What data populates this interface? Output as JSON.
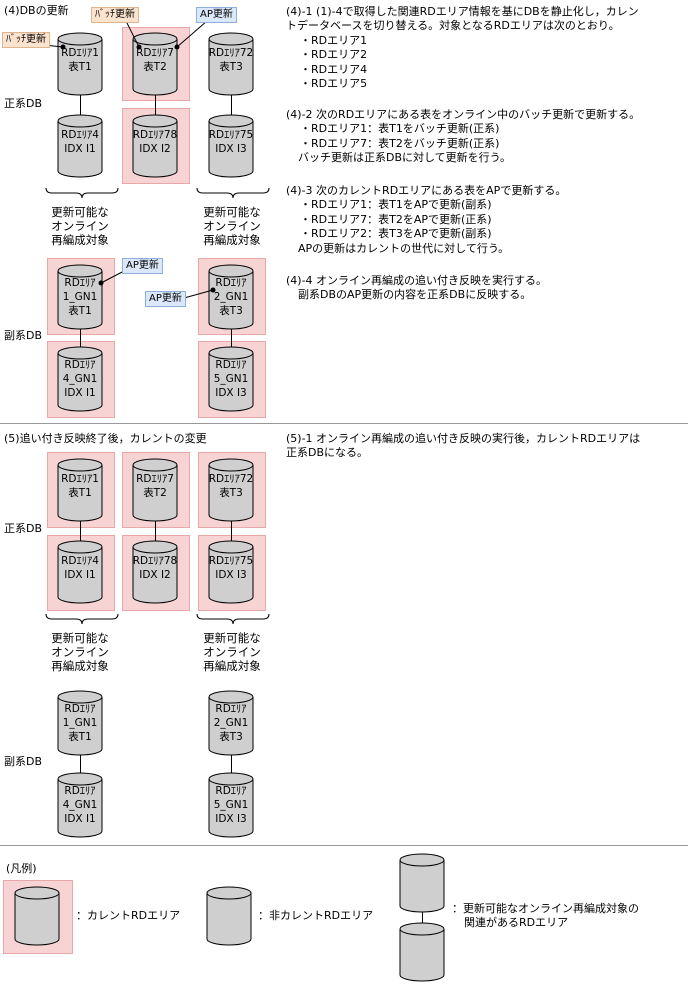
{
  "section4": {
    "title": "(4)DBの更新",
    "label_primary": "正系DB",
    "label_secondary": "副系DB",
    "tag_batch_left": "ﾊﾞｯﾁ更新",
    "tag_batch_top": "ﾊﾞｯﾁ更新",
    "tag_ap_top": "AP更新",
    "tag_ap_mid1": "AP更新",
    "tag_ap_mid2": "AP更新",
    "cyl_t1": "RDｴﾘｱ1\n表T1",
    "cyl_t2": "RDｴﾘｱ7\n表T2",
    "cyl_t3": "RDｴﾘｱ72\n表T3",
    "cyl_i1": "RDｴﾘｱ4\nIDX I1",
    "cyl_i2": "RDｴﾘｱ78\nIDX I2",
    "cyl_i3": "RDｴﾘｱ75\nIDX I3",
    "cyl_g1": "RDｴﾘｱ\n1_GN1\n表T1",
    "cyl_g2": "RDｴﾘｱ\n2_GN1\n表T3",
    "cyl_g4": "RDｴﾘｱ\n4_GN1\nIDX I1",
    "cyl_g5": "RDｴﾘｱ\n5_GN1\nIDX I3",
    "under_left": [
      "更新可能な",
      "オンライン",
      "再編成対象"
    ],
    "under_right": [
      "更新可能な",
      "オンライン",
      "再編成対象"
    ]
  },
  "section5": {
    "title": "(5)追い付き反映終了後，カレントの変更",
    "label_primary": "正系DB",
    "label_secondary": "副系DB",
    "cyl_t1": "RDｴﾘｱ1\n表T1",
    "cyl_t2": "RDｴﾘｱ7\n表T2",
    "cyl_t3": "RDｴﾘｱ72\n表T3",
    "cyl_i1": "RDｴﾘｱ4\nIDX I1",
    "cyl_i2": "RDｴﾘｱ78\nIDX I2",
    "cyl_i3": "RDｴﾘｱ75\nIDX I3",
    "cyl_g1": "RDｴﾘｱ\n1_GN1\n表T1",
    "cyl_g2": "RDｴﾘｱ\n2_GN1\n表T3",
    "cyl_g4": "RDｴﾘｱ\n4_GN1\nIDX I1",
    "cyl_g5": "RDｴﾘｱ\n5_GN1\nIDX I3",
    "under_left": [
      "更新可能な",
      "オンライン",
      "再編成対象"
    ],
    "under_right": [
      "更新可能な",
      "オンライン",
      "再編成対象"
    ]
  },
  "text4_1": [
    "(4)-1 (1)-4で取得した関連RDエリア情報を基にDBを静止化し，カレン",
    "トデータベースを切り替える。対象となるRDエリアは次のとおり。",
    "・RDエリア1",
    "・RDエリア2",
    "・RDエリア4",
    "・RDエリア5"
  ],
  "text4_2": [
    "(4)-2 次のRDエリアにある表をオンライン中のバッチ更新で更新する。",
    "・RDエリア1：表T1をバッチ更新(正系)",
    "・RDエリア7：表T2をバッチ更新(正系)",
    "バッチ更新は正系DBに対して更新を行う。"
  ],
  "text4_3": [
    "(4)-3 次のカレントRDエリアにある表をAPで更新する。",
    "・RDエリア1：表T1をAPで更新(副系)",
    "・RDエリア7：表T2をAPで更新(正系)",
    "・RDエリア2：表T3をAPで更新(副系)",
    "APの更新はカレントの世代に対して行う。"
  ],
  "text4_4": [
    "(4)-4 オンライン再編成の追い付き反映を実行する。",
    "副系DBのAP更新の内容を正系DBに反映する。"
  ],
  "text5_1": [
    "(5)-1 オンライン再編成の追い付き反映の実行後，カレントRDエリアは",
    "正系DBになる。"
  ],
  "legend": {
    "title": "(凡例)",
    "current": "：カレントRDエリア",
    "noncurrent": "：非カレントRDエリア",
    "related": [
      "：更新可能なオンライン再編成対象の",
      "関連があるRDエリア"
    ]
  },
  "colors": {
    "highlight": "#f7d3d3",
    "cylinder": "#cfcfcf",
    "batch_tag": "#fbe3cf",
    "ap_tag": "#dbe8fa"
  }
}
